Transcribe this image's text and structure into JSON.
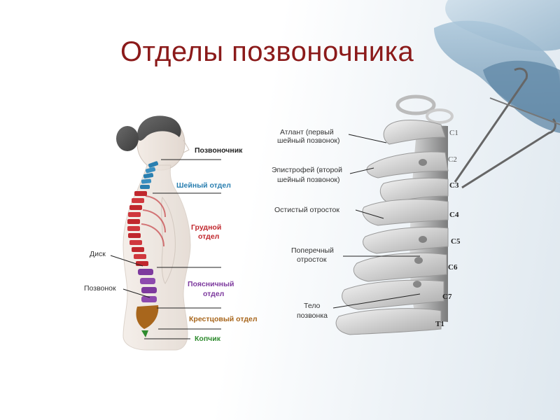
{
  "title": "Отделы позвоночника",
  "colors": {
    "title": "#8b1a1a",
    "cervical": "#2a7fb0",
    "thoracic": "#c0272d",
    "lumbar": "#7d3a9e",
    "sacral": "#a8661c",
    "coccyx": "#2e8b2e"
  },
  "left_diagram": {
    "regions": {
      "spine": "Позвоночник",
      "cervical_line1": "Шейный отдел",
      "thoracic_line1": "Грудной",
      "thoracic_line2": "отдел",
      "lumbar_line1": "Поясничный",
      "lumbar_line2": "отдел",
      "sacral": "Крестцовый отдел",
      "coccyx": "Копчик"
    },
    "parts": {
      "disc": "Диск",
      "vertebra": "Позвонок"
    }
  },
  "right_diagram": {
    "labels": {
      "atlas_line1": "Атлант (первый",
      "atlas_line2": "шейный позвонок)",
      "axis_line1": "Эпистрофей (второй",
      "axis_line2": "шейный позвонок)",
      "spinous_process": "Остистый отросток",
      "transverse_line1": "Поперечный",
      "transverse_line2": "отросток",
      "body_line1": "Тело",
      "body_line2": "позвонка"
    },
    "vertebrae": [
      "C1",
      "C2",
      "C3",
      "C4",
      "C5",
      "C6",
      "C7",
      "T1"
    ]
  }
}
